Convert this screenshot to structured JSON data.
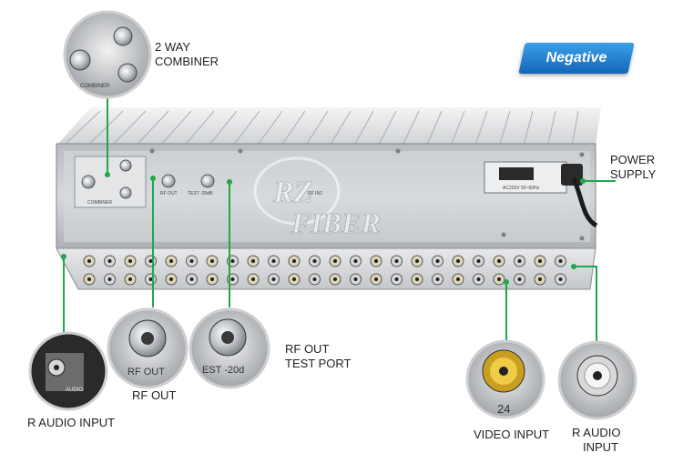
{
  "badge": "Negative",
  "watermark": {
    "line1": "RZ",
    "line2": "FIBER"
  },
  "device": {
    "combiner_text": "COMBINER",
    "rf_out_small": "RF OUT",
    "test_small": "TEST -20dB",
    "rf_in_small": "RF IN2",
    "power_small": "AC220V 50~60Hz"
  },
  "callouts": {
    "combiner": {
      "line1": "2 WAY",
      "line2": "COMBINER",
      "inner": "COMBINER"
    },
    "power": {
      "line1": "POWER",
      "line2": "SUPPLY"
    },
    "r_audio_left": {
      "label": "R AUDIO INPUT",
      "inner": "AUDIO"
    },
    "rf_out": {
      "label": "RF OUT",
      "inner": "RF OUT"
    },
    "test_port": {
      "line1": "RF OUT",
      "line2": "TEST PORT",
      "inner": "EST -20d"
    },
    "video": {
      "label": "VIDEO INPUT",
      "inner": "24"
    },
    "r_audio_right": {
      "line1": "R AUDIO",
      "line2": "INPUT"
    }
  },
  "colors": {
    "callout_line": "#1fa84a",
    "chassis": "#c9cdd1",
    "badge": "#1e78cc"
  }
}
